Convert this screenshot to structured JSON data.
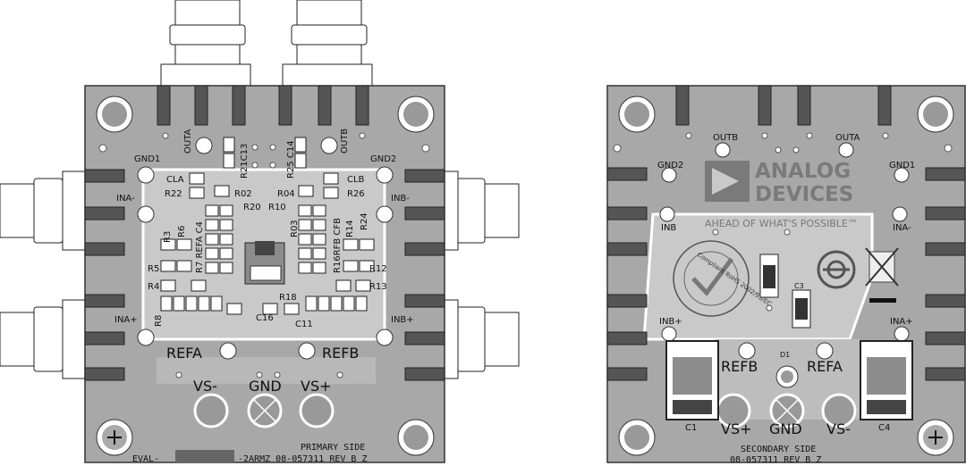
{
  "primary": {
    "labels": {
      "gnd1": "GND1",
      "gnd2": "GND2",
      "outa": "OUTA",
      "outb": "OUTB",
      "ina_minus": "INA-",
      "inb_minus": "INB-",
      "ina_plus": "INA+",
      "inb_plus": "INB+",
      "refa": "REFA",
      "refb": "REFB",
      "vs_minus": "VS-",
      "gnd": "GND",
      "vs_plus": "VS+",
      "cla": "CLA",
      "clb": "CLB",
      "r22": "R22",
      "r26": "R26",
      "r02": "R02",
      "r04": "R04",
      "r20": "R20",
      "r10": "R10",
      "r5": "R5",
      "r4": "R4",
      "r12": "R12",
      "r13": "R13",
      "r14": "R14",
      "r24": "R24",
      "r3": "R3",
      "r6": "R6",
      "r18": "R18",
      "c16": "C16",
      "c11": "C11",
      "r8": "R8",
      "r21c13": "R21C13",
      "r25c14": "R25 C14",
      "r03": "R03",
      "r16rfb": "R16RFB CFB",
      "r7refa": "R7 REFA C4",
      "side": "PRIMARY SIDE",
      "part_left": "EVAL-",
      "part_right": "-2ARMZ 08-057311 REV B Z"
    }
  },
  "secondary": {
    "labels": {
      "outb": "OUTB",
      "outa": "OUTA",
      "gnd2": "GND2",
      "gnd1": "GND1",
      "inb": "INB",
      "ina_minus": "INA-",
      "inb_plus": "INB+",
      "ina_plus": "INA+",
      "refb": "REFB",
      "d1": "D1",
      "refa": "REFA",
      "c3": "C3",
      "c1": "C1",
      "c4": "C4",
      "vs_plus": "VS+",
      "gnd": "GND",
      "vs_minus": "VS-",
      "side": "SECONDARY SIDE",
      "part": "08-057311 REV B Z",
      "logo_line1": "ANALOG",
      "logo_line2": "DEVICES",
      "tagline": "AHEAD OF WHAT'S POSSIBLE™",
      "rohs": "Compliant RoHS 2002/95/EC"
    }
  }
}
